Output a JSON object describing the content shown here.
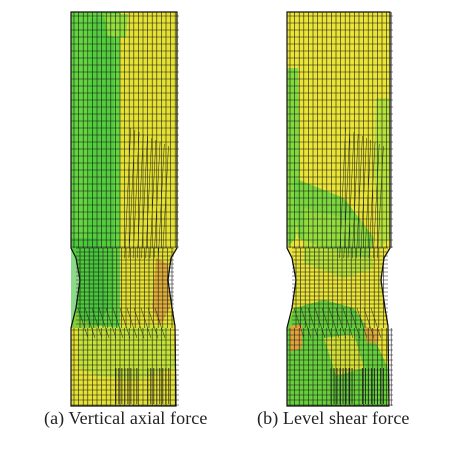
{
  "figure": {
    "panels": [
      {
        "id": "a",
        "caption": "(a) Vertical axial force",
        "colors": {
          "base": "#e6e233",
          "green": "#57d33f",
          "light_green": "#8fe03c",
          "orange": "#e3a93a",
          "mesh": "#1a1a1a"
        }
      },
      {
        "id": "b",
        "caption": "(b) Level shear force",
        "colors": {
          "base": "#eae536",
          "green": "#59d53f",
          "light_green": "#95df3b",
          "orange": "#e2aa3a",
          "mesh": "#1a1a1a"
        }
      }
    ]
  }
}
